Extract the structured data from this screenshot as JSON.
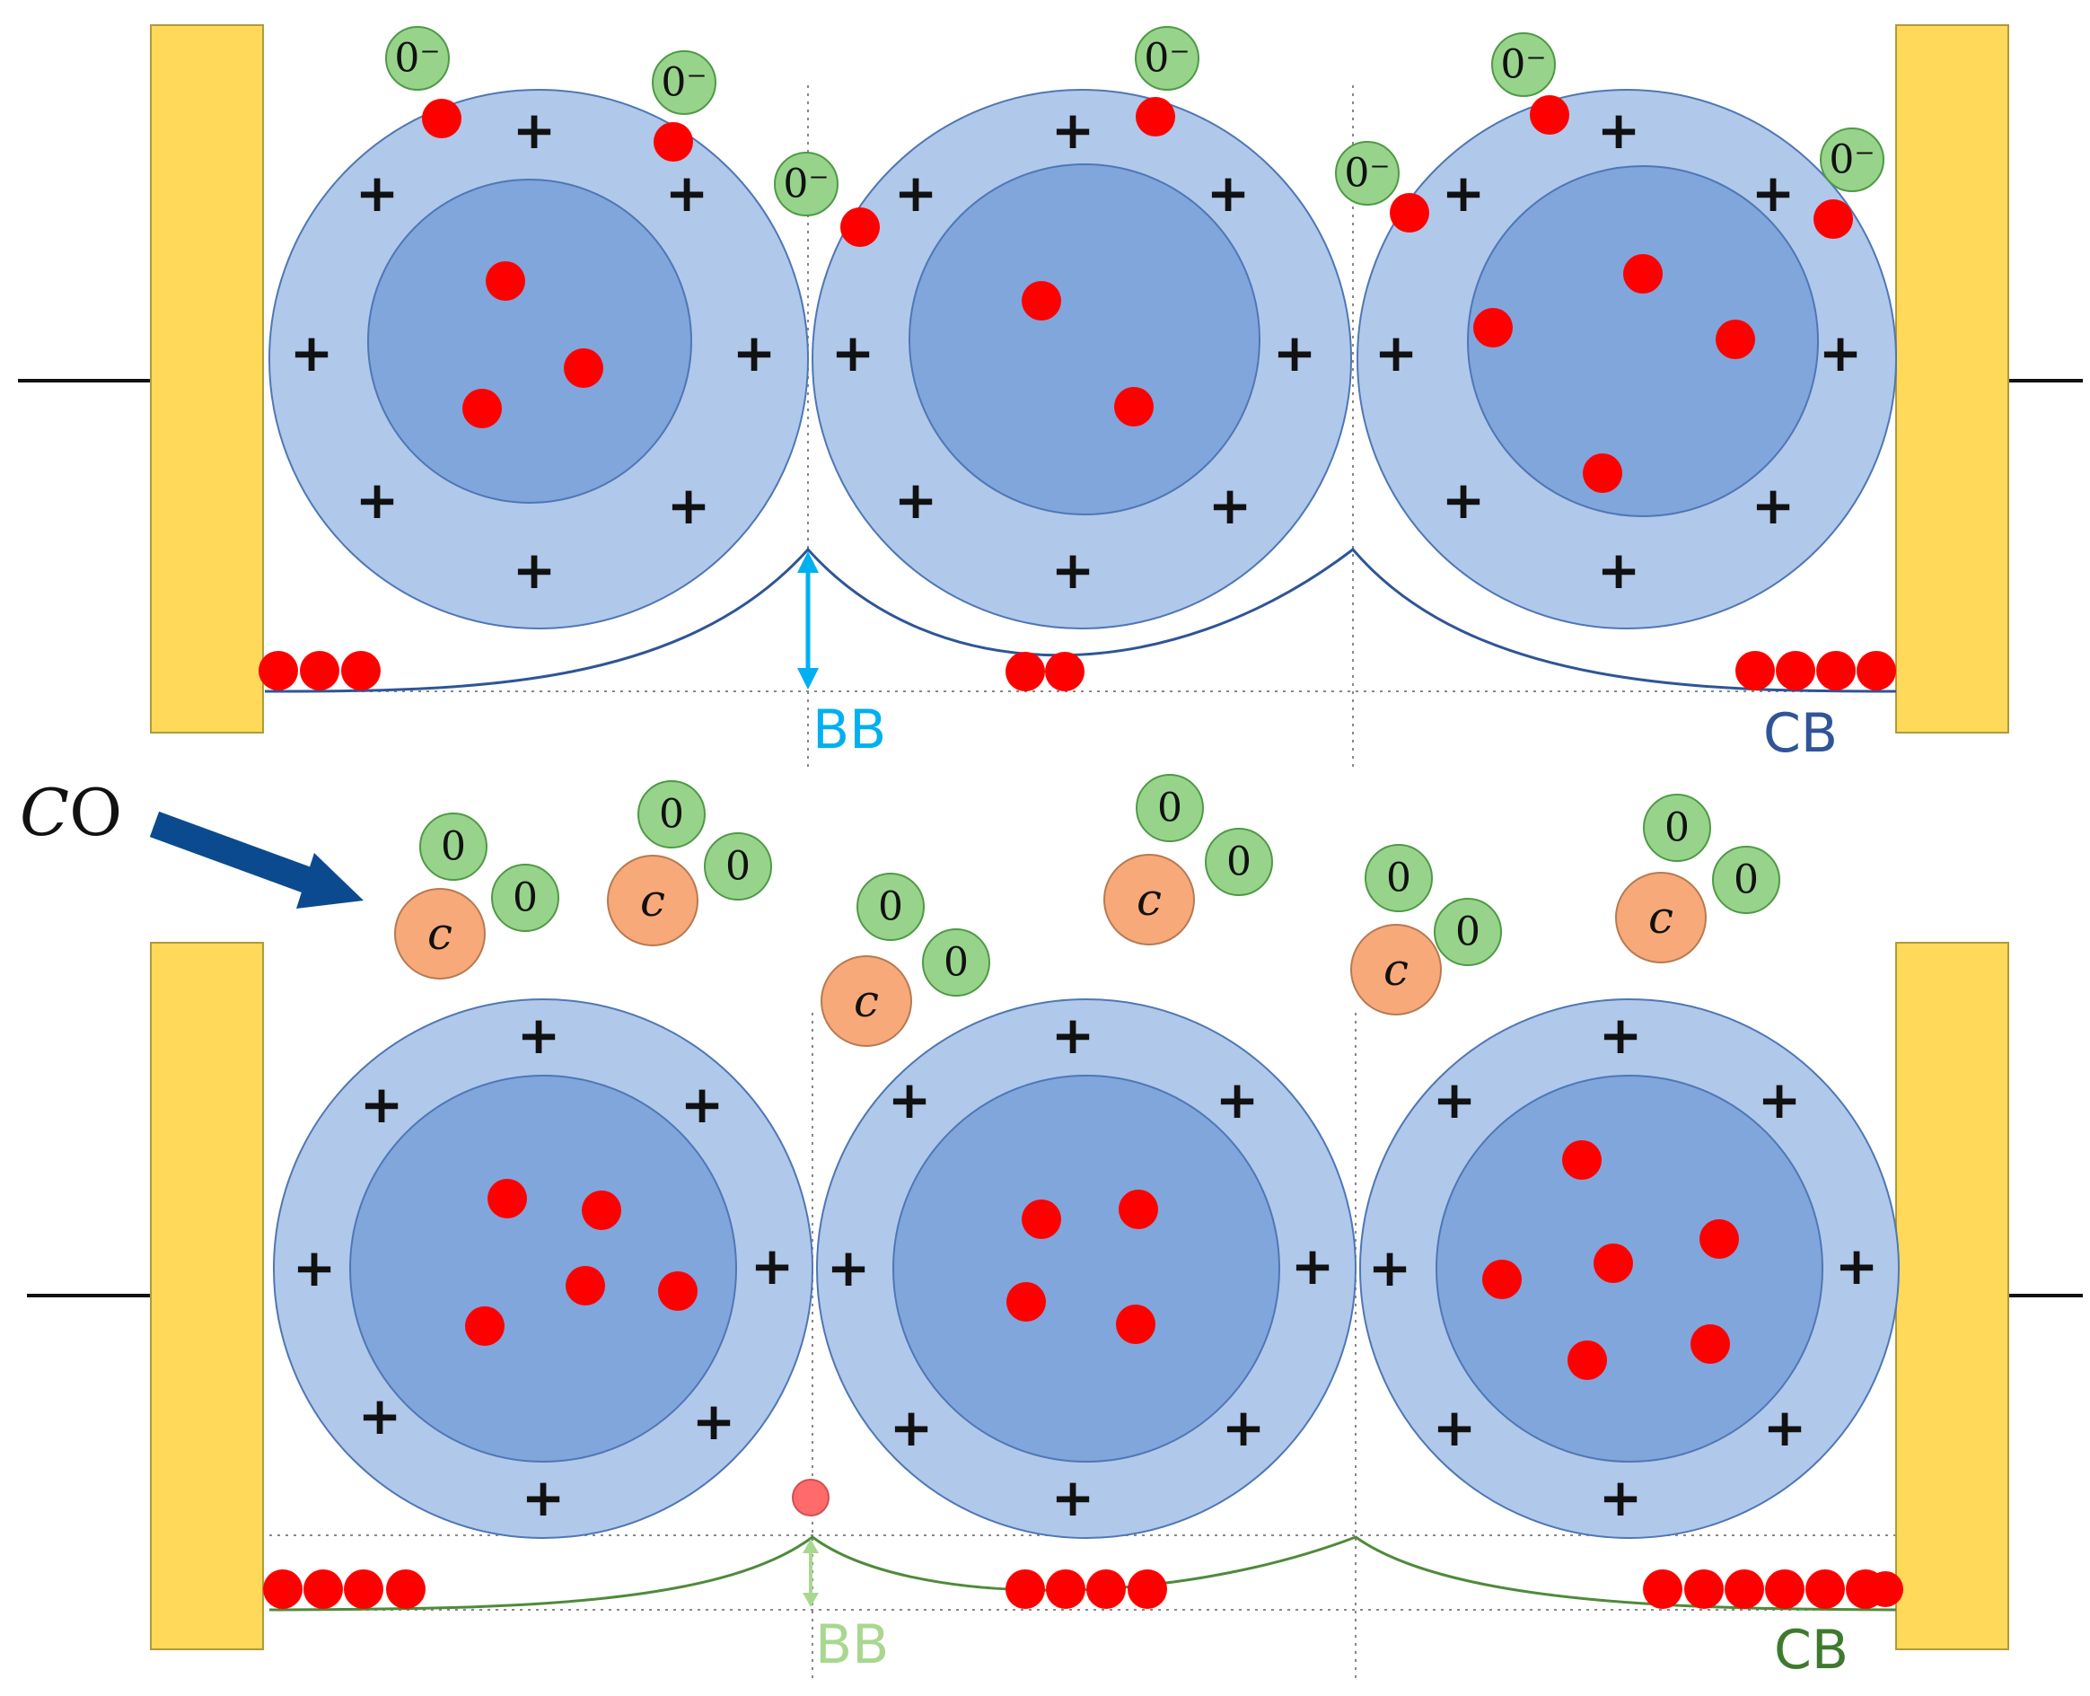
{
  "colors": {
    "electrode": "#FFD95A",
    "electrode_stroke": "#B09A3A",
    "grain_outer": "#B0C8EA",
    "grain_inner": "#80A6DC",
    "grain_stroke": "#4F77B5",
    "electron": "#FF0000",
    "oxygen": "#98D38B",
    "oxygen_stroke": "#4E9A45",
    "carbon": "#F7A97A",
    "carbon_stroke": "#B77A52",
    "top_band": "#2F5597",
    "top_bb": "#00B0F0",
    "top_cb_label": "#2F5597",
    "bottom_band": "#4F8A3A",
    "bottom_bb": "#A8D88F",
    "bottom_cb_label": "#3D7A2E",
    "co_arrow": "#0B4A8E"
  },
  "plus_symbol": "+",
  "top_panel": {
    "bb_label": "BB",
    "cb_label": "CB",
    "adsorbed_oxygen_label": "0⁻"
  },
  "bottom_panel": {
    "bb_label": "BB",
    "cb_label": "CB",
    "co_label": "𝐶O",
    "co2_oxygen_label": "0",
    "co2_carbon_label": "𝑐"
  }
}
